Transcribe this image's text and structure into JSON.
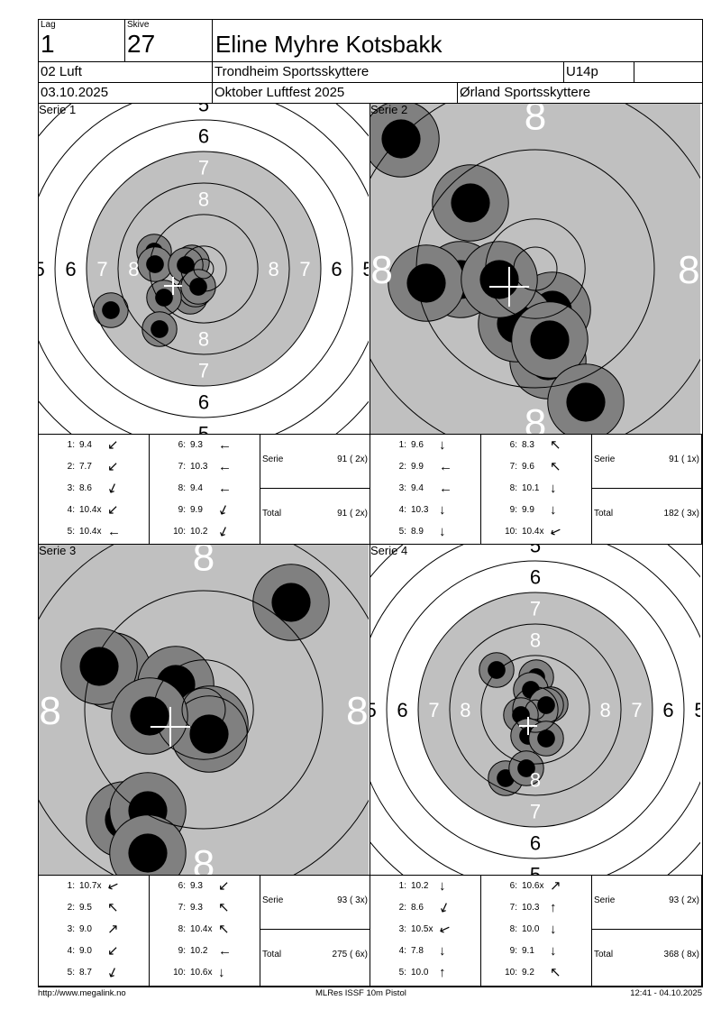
{
  "header": {
    "lag_label": "Lag",
    "lag": "1",
    "skive_label": "Skive",
    "skive": "27",
    "name": "Eline Myhre Kotsbakk",
    "class": "02 Luft",
    "club": "Trondheim Sportsskyttere",
    "category": "U14p",
    "extra": "",
    "date": "03.10.2025",
    "event": "Oktober Luftfest 2025",
    "organizer": "Ørland Sportsskyttere"
  },
  "colors": {
    "target_black": "#c0c0c0",
    "shot_outer": "#808080",
    "shot_inner": "#000000",
    "ring_label_light": "#ffffff"
  },
  "series": [
    {
      "title": "Serie 1",
      "ring_labels": [
        "5",
        "6",
        "7",
        "8"
      ],
      "shots": [
        {
          "n": "1:",
          "value": "9.4",
          "dir": "sw"
        },
        {
          "n": "2:",
          "value": "7.7",
          "dir": "sw"
        },
        {
          "n": "3:",
          "value": "8.6",
          "dir": "ssw"
        },
        {
          "n": "4:",
          "value": "10.4x",
          "dir": "sw"
        },
        {
          "n": "5:",
          "value": "10.4x",
          "dir": "w"
        },
        {
          "n": "6:",
          "value": "9.3",
          "dir": "w"
        },
        {
          "n": "7:",
          "value": "10.3",
          "dir": "w"
        },
        {
          "n": "8:",
          "value": "9.4",
          "dir": "w"
        },
        {
          "n": "9:",
          "value": "9.9",
          "dir": "ssw"
        },
        {
          "n": "10:",
          "value": "10.2",
          "dir": "ssw"
        }
      ],
      "serie_label": "Serie",
      "serie_score": "91 ( 2x)",
      "total_label": "Total",
      "total_score": "91 ( 2x)"
    },
    {
      "title": "Serie 2",
      "ring_labels": [
        "8"
      ],
      "shots": [
        {
          "n": "1:",
          "value": "9.6",
          "dir": "s"
        },
        {
          "n": "2:",
          "value": "9.9",
          "dir": "w"
        },
        {
          "n": "3:",
          "value": "9.4",
          "dir": "w"
        },
        {
          "n": "4:",
          "value": "10.3",
          "dir": "s"
        },
        {
          "n": "5:",
          "value": "8.9",
          "dir": "s"
        },
        {
          "n": "6:",
          "value": "8.3",
          "dir": "nw"
        },
        {
          "n": "7:",
          "value": "9.6",
          "dir": "nw"
        },
        {
          "n": "8:",
          "value": "10.1",
          "dir": "s"
        },
        {
          "n": "9:",
          "value": "9.9",
          "dir": "s"
        },
        {
          "n": "10:",
          "value": "10.4x",
          "dir": "wsw"
        }
      ],
      "serie_label": "Serie",
      "serie_score": "91 ( 1x)",
      "total_label": "Total",
      "total_score": "182 ( 3x)"
    },
    {
      "title": "Serie 3",
      "ring_labels": [
        "8"
      ],
      "shots": [
        {
          "n": "1:",
          "value": "10.7x",
          "dir": "wsw"
        },
        {
          "n": "2:",
          "value": "9.5",
          "dir": "nw"
        },
        {
          "n": "3:",
          "value": "9.0",
          "dir": "ne"
        },
        {
          "n": "4:",
          "value": "9.0",
          "dir": "sw"
        },
        {
          "n": "5:",
          "value": "8.7",
          "dir": "ssw"
        },
        {
          "n": "6:",
          "value": "9.3",
          "dir": "sw"
        },
        {
          "n": "7:",
          "value": "9.3",
          "dir": "nw"
        },
        {
          "n": "8:",
          "value": "10.4x",
          "dir": "nw"
        },
        {
          "n": "9:",
          "value": "10.2",
          "dir": "w"
        },
        {
          "n": "10:",
          "value": "10.6x",
          "dir": "s"
        }
      ],
      "serie_label": "Serie",
      "serie_score": "93 ( 3x)",
      "total_label": "Total",
      "total_score": "275 ( 6x)"
    },
    {
      "title": "Serie 4",
      "ring_labels": [
        "5",
        "6",
        "7",
        "8"
      ],
      "shots": [
        {
          "n": "1:",
          "value": "10.2",
          "dir": "s"
        },
        {
          "n": "2:",
          "value": "8.6",
          "dir": "ssw"
        },
        {
          "n": "3:",
          "value": "10.5x",
          "dir": "wsw"
        },
        {
          "n": "4:",
          "value": "7.8",
          "dir": "s"
        },
        {
          "n": "5:",
          "value": "10.0",
          "dir": "n"
        },
        {
          "n": "6:",
          "value": "10.6x",
          "dir": "ne"
        },
        {
          "n": "7:",
          "value": "10.3",
          "dir": "n"
        },
        {
          "n": "8:",
          "value": "10.0",
          "dir": "s"
        },
        {
          "n": "9:",
          "value": "9.1",
          "dir": "s"
        },
        {
          "n": "10:",
          "value": "9.2",
          "dir": "nw"
        }
      ],
      "serie_label": "Serie",
      "serie_score": "93 ( 2x)",
      "total_label": "Total",
      "total_score": "368 ( 8x)"
    }
  ],
  "footer": {
    "url": "http://www.megalink.no",
    "program": "MLRes ISSF 10m Pistol",
    "timestamp": "12:41 - 04.10.2025"
  }
}
